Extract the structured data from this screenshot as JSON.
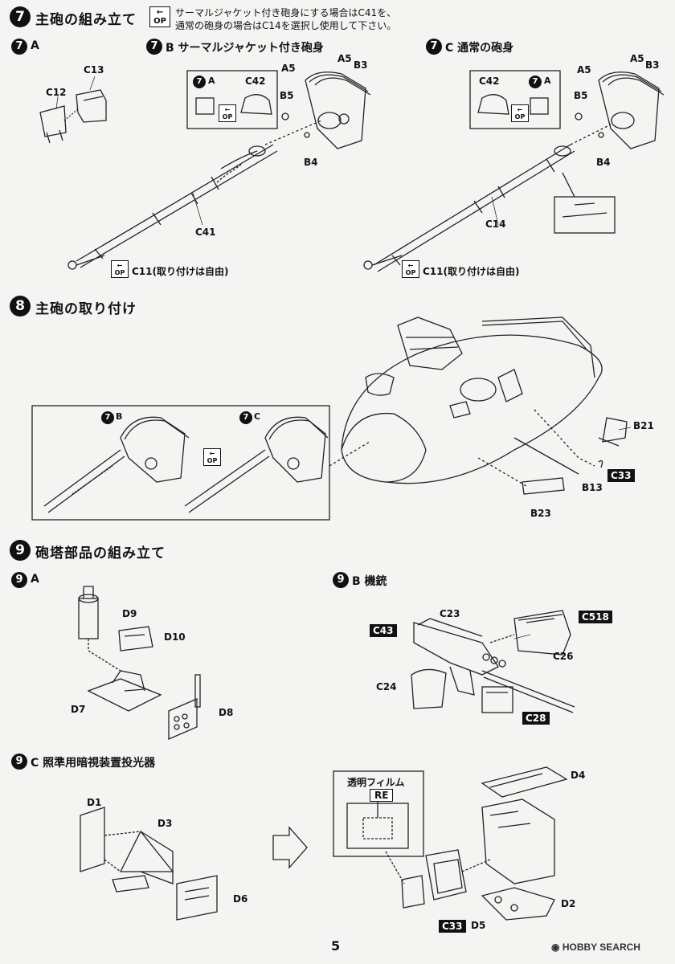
{
  "step7": {
    "num": "7",
    "title": "主砲の組み立て",
    "note_line1": "サーマルジャケット付き砲身にする場合はC41を、",
    "note_line2": "通常の砲身の場合はC14を選択し使用して下さい。",
    "subA": "A",
    "subB": "B サーマルジャケット付き砲身",
    "subC": "C 通常の砲身",
    "partsA": [
      "C13",
      "C12"
    ],
    "partsB": [
      "A5",
      "A5",
      "B3",
      "B5",
      "B4",
      "C42",
      "C41"
    ],
    "partsC": [
      "A5",
      "A5",
      "B3",
      "B5",
      "B4",
      "C42",
      "C14"
    ],
    "refA": "A",
    "c11_note": "C11(取り付けは自由)"
  },
  "step8": {
    "num": "8",
    "title": "主砲の取り付け",
    "ref_b": "B",
    "ref_c": "C",
    "parts": [
      "B21",
      "C33",
      "B13",
      "B23"
    ]
  },
  "step9": {
    "num": "9",
    "title": "砲塔部品の組み立て",
    "subA": "A",
    "subB": "B 機銃",
    "subC": "C 照準用暗視装置投光器",
    "partsA": [
      "D9",
      "D10",
      "D7",
      "D8"
    ],
    "partsB": [
      "C23",
      "C43",
      "C518",
      "C26",
      "C24",
      "C28"
    ],
    "partsC": [
      "D1",
      "D3",
      "D6",
      "D4",
      "D2",
      "D5",
      "C33"
    ],
    "film_title": "透明フィルム",
    "film_code": "RE"
  },
  "op_top": "←",
  "op_bottom": "OP",
  "page_number": "5",
  "watermark": "HOBBY SEARCH"
}
